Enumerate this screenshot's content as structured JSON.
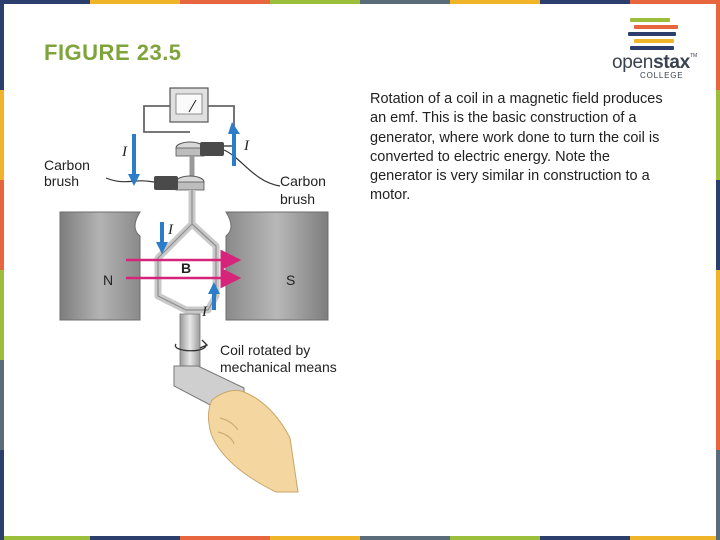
{
  "header": {
    "title": "FIGURE 23.5"
  },
  "logo": {
    "word_light": "open",
    "word_bold": "stax",
    "tm": "TM",
    "sub": "COLLEGE"
  },
  "caption": "Rotation of a coil in a magnetic field produces an emf. This is the basic construction of a generator, where work done to turn the coil is converted to electric energy. Note the generator is very similar in construction to a motor.",
  "figure": {
    "carbon_brush_left_line1": "Carbon",
    "carbon_brush_left_line2": "brush",
    "carbon_brush_right_line1": "Carbon",
    "carbon_brush_right_line2": "brush",
    "current_symbol": "I",
    "pole_n": "N",
    "pole_s": "S",
    "field_label": "B",
    "rotation_line1": "Coil rotated by",
    "rotation_line2": "mechanical means"
  },
  "colors": {
    "title": "#7ea43b",
    "field_arrow": "#d6247a",
    "current_arrow": "#2c7dc9",
    "magnet": "#9b9b9b"
  }
}
